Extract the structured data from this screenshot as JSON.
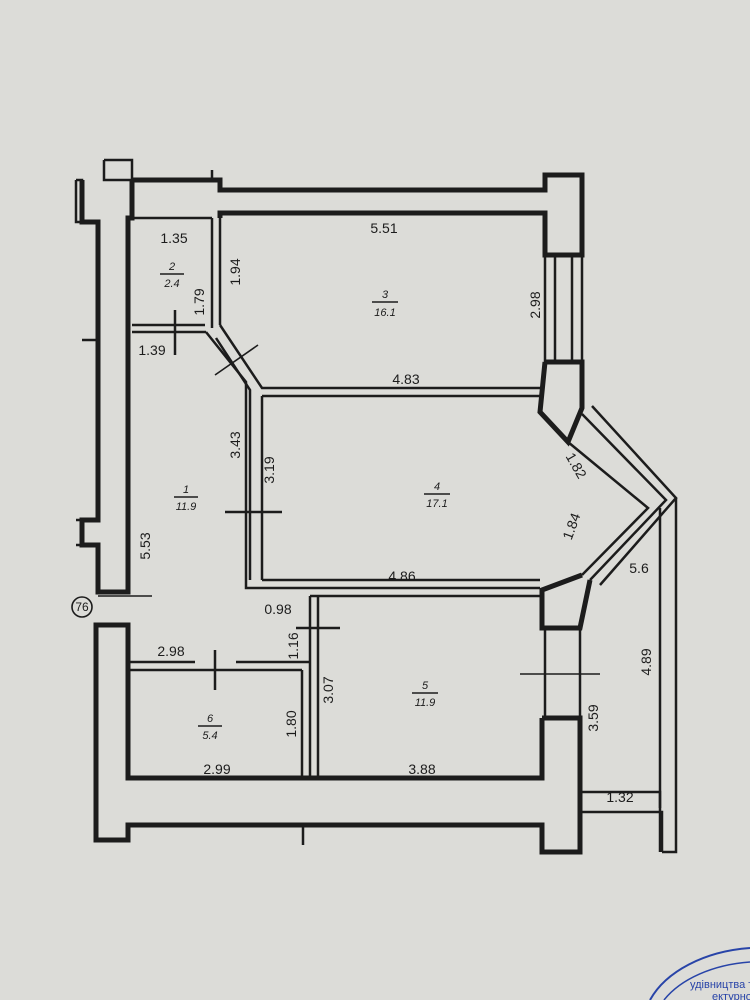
{
  "plan": {
    "marker": "76",
    "rooms": [
      {
        "number": "1",
        "area": "11.9"
      },
      {
        "number": "2",
        "area": "2.4"
      },
      {
        "number": "3",
        "area": "16.1"
      },
      {
        "number": "4",
        "area": "17.1"
      },
      {
        "number": "5",
        "area": "11.9"
      },
      {
        "number": "6",
        "area": "5.4"
      }
    ],
    "dimensions": [
      "1.35",
      "5.51",
      "1.94",
      "1.79",
      "2.98",
      "1.39",
      "4.83",
      "3.43",
      "3.19",
      "1.82",
      "1.84",
      "5.53",
      "4.86",
      "0.98",
      "1.16",
      "5.6",
      "2.98",
      "3.07",
      "4.89",
      "1.80",
      "3.59",
      "2.99",
      "3.88",
      "1.32"
    ]
  },
  "stamp": {
    "text_line1": "удівництва та",
    "text_line2": "ектурно",
    "color": "#2844a8"
  }
}
